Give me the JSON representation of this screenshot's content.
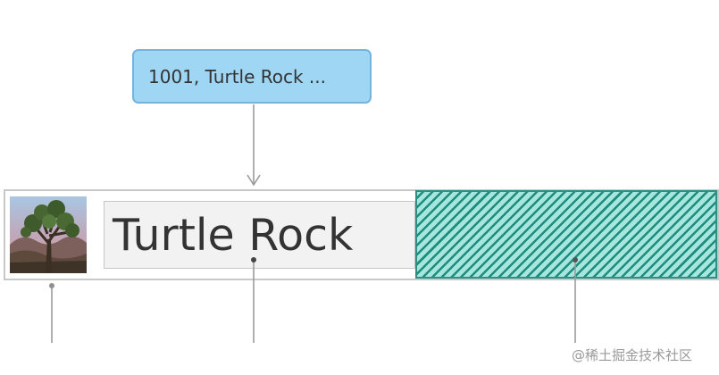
{
  "callout": {
    "text": "1001, Turtle Rock ..."
  },
  "row": {
    "name_text": "Turtle Rock",
    "image_icon": "joshua-tree-landscape"
  },
  "watermark": {
    "text": "@稀土掘金技术社区"
  },
  "colors": {
    "callout_fill": "#9fd6f4",
    "callout_border": "#74b3dd",
    "spacer_stripe_light": "#a7e6dd",
    "spacer_stripe_dark": "#1f8c80",
    "connector_line": "#9b9b9b"
  }
}
